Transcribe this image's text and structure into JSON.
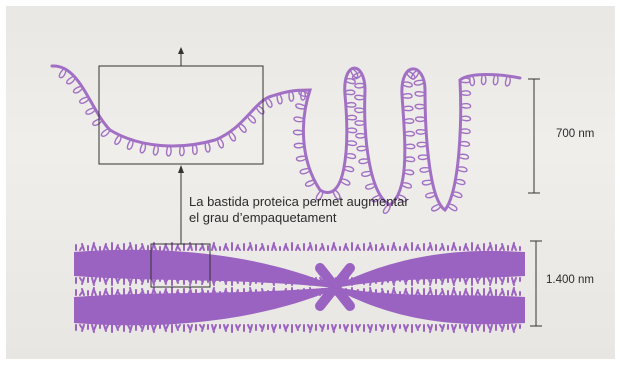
{
  "caption": {
    "line1": "La bastida proteica permet augmentar",
    "line2": "el grau d’empaquetament"
  },
  "scale_bars": [
    {
      "label": "700 nm"
    },
    {
      "label": "1.400 nm"
    }
  ],
  "colors": {
    "fiber": "#a170c4",
    "chromatin": "#9a63c2",
    "line": "#3a3a3a",
    "page": "#efede9"
  }
}
